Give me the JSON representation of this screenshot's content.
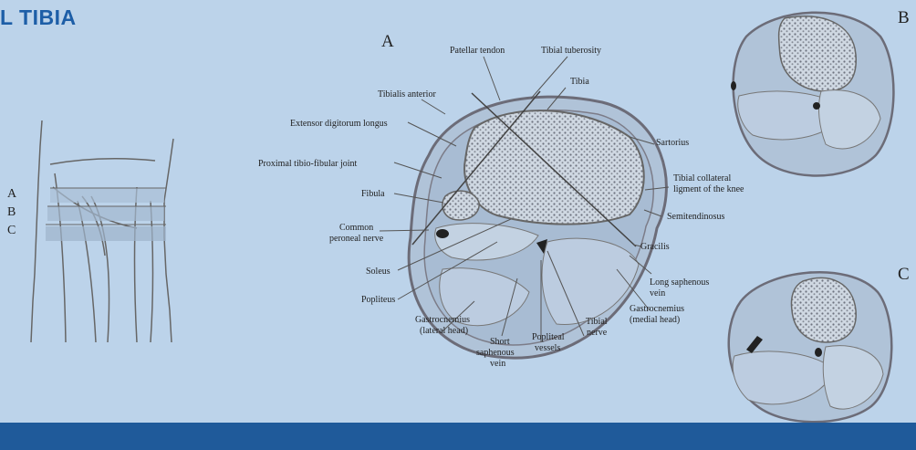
{
  "title": "L TIBIA",
  "leg_levels": [
    "A",
    "B",
    "C"
  ],
  "section_letters": {
    "a": "A",
    "b": "B",
    "c": "C"
  },
  "labels": {
    "patellar_tendon": "Patellar tendon",
    "tibial_tuberosity": "Tibial tuberosity",
    "tibia": "Tibia",
    "tibialis_anterior": "Tibialis anterior",
    "extensor_digitorum_longus": "Extensor digitorum longus",
    "proximal_tibiofibular_joint": "Proximal tibio-fibular joint",
    "fibula": "Fibula",
    "common_peroneal_nerve": [
      "Common",
      "peroneal nerve"
    ],
    "soleus": "Soleus",
    "popliteus": "Popliteus",
    "gastrocnemius_lateral": [
      "Gastrocnemius",
      "(lateral head)"
    ],
    "short_saphenous_vein": [
      "Short",
      "saphenous",
      "vein"
    ],
    "popliteal_vessels": [
      "Popliteal",
      "vessels"
    ],
    "tibial_nerve": [
      "Tibial",
      "nerve"
    ],
    "gastrocnemius_medial": [
      "Gastrocnemius",
      "(medial head)"
    ],
    "long_saphenous_vein": [
      "Long saphenous",
      "vein"
    ],
    "gracilis": "Gracilis",
    "semitendinosus": "Semitendinosus",
    "tibial_collateral_ligament": [
      "Tibial collateral",
      "ligment of the knee"
    ],
    "sartorius": "Sartorius"
  },
  "colors": {
    "background": "#bcd3ea",
    "title": "#1d5ea7",
    "bar": "#1f5a9a",
    "outline": "#6c6c78"
  }
}
